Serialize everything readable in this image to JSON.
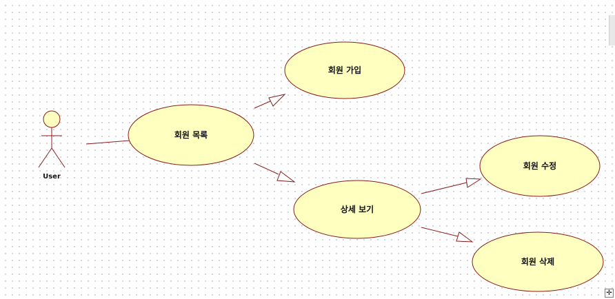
{
  "diagram": {
    "type": "uml-use-case",
    "actor": {
      "label": "User",
      "icon": "stick-figure-icon"
    },
    "use_cases": {
      "member_list": "회원 목록",
      "member_join": "회원 가입",
      "detail_view": "상세 보기",
      "member_edit": "회원 수정",
      "member_delete": "회원 삭제"
    },
    "relations": [
      {
        "from": "User",
        "to": "회원 목록",
        "kind": "association"
      },
      {
        "from": "회원 목록",
        "to": "회원 가입",
        "kind": "generalization-arrow"
      },
      {
        "from": "회원 목록",
        "to": "상세 보기",
        "kind": "generalization-arrow"
      },
      {
        "from": "상세 보기",
        "to": "회원 수정",
        "kind": "generalization-arrow"
      },
      {
        "from": "상세 보기",
        "to": "회원 삭제",
        "kind": "generalization-arrow"
      }
    ]
  },
  "colors": {
    "usecase_fill": "#FFFFC0",
    "stroke": "#8B1A1A",
    "grid_dot": "#C9C9C9",
    "background": "#FFFFFF"
  },
  "controls": {
    "move_handle_icon": "move-cross-icon",
    "move_handle_glyph": "✛"
  }
}
